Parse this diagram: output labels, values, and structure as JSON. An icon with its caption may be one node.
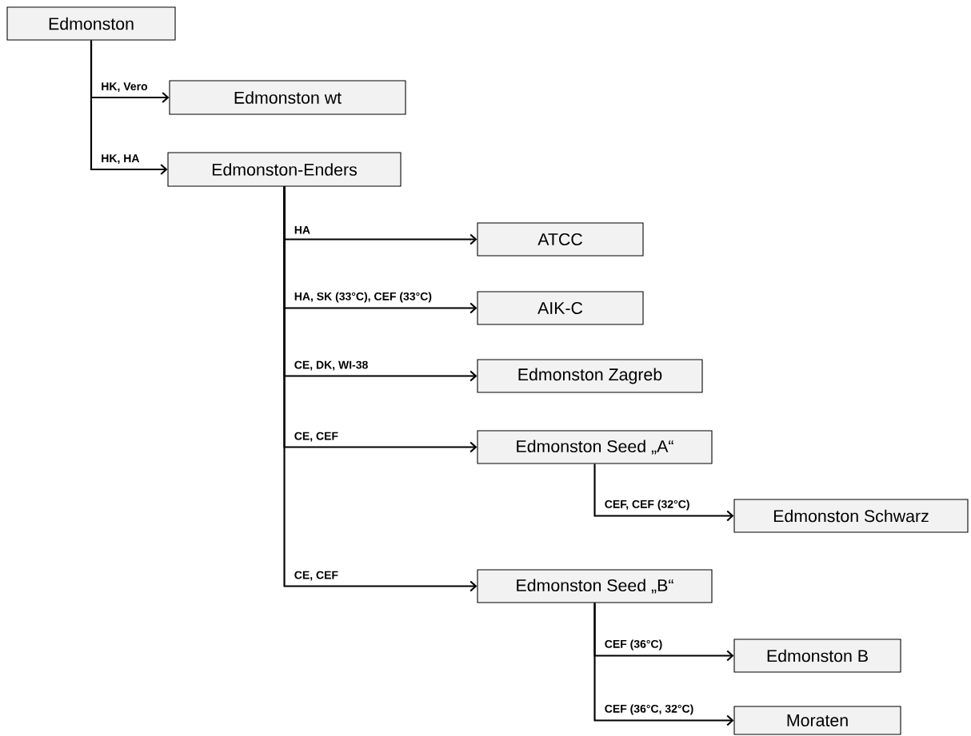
{
  "diagram": {
    "nodes": [
      {
        "text": [
          "Edmonston"
        ]
      },
      {
        "text": [
          "Edmonston wt"
        ]
      },
      {
        "text": [
          "Edmonston-Enders"
        ]
      },
      {
        "text": [
          "ATCC"
        ]
      },
      {
        "text": [
          "AIK-C"
        ]
      },
      {
        "text": [
          "Edmonston Zagreb"
        ]
      },
      {
        "text": [
          "Edmonston Seed „A“"
        ]
      },
      {
        "text": [
          "Edmonston Schwarz"
        ]
      },
      {
        "text": [
          "Edmonston Seed „B“"
        ]
      },
      {
        "text": [
          "Edmonston B"
        ]
      },
      {
        "text": [
          "Moraten"
        ]
      }
    ],
    "edges": [
      {
        "from": 0,
        "to": 1,
        "arrow": "to",
        "label": "HK, Vero"
      },
      {
        "from": 0,
        "to": 2,
        "arrow": "to",
        "label": "HK, HA"
      },
      {
        "from": 2,
        "to": 3,
        "arrow": "to",
        "label": "HA"
      },
      {
        "from": 2,
        "to": 4,
        "arrow": "to",
        "label": "HA, SK (33°C), CEF (33°C)"
      },
      {
        "from": 2,
        "to": 5,
        "arrow": "to",
        "label": "CE, DK, WI-38"
      },
      {
        "from": 2,
        "to": 6,
        "arrow": "to",
        "label": "CE, CEF"
      },
      {
        "from": 6,
        "to": 7,
        "arrow": "to",
        "label": "CEF, CEF (32°C)"
      },
      {
        "from": 2,
        "to": 8,
        "arrow": "to",
        "label": "CE, CEF"
      },
      {
        "from": 8,
        "to": 9,
        "arrow": "to",
        "label": "CEF (36°C)"
      },
      {
        "from": 8,
        "to": 10,
        "arrow": "to",
        "label": "CEF (36°C, 32°C)"
      }
    ]
  }
}
